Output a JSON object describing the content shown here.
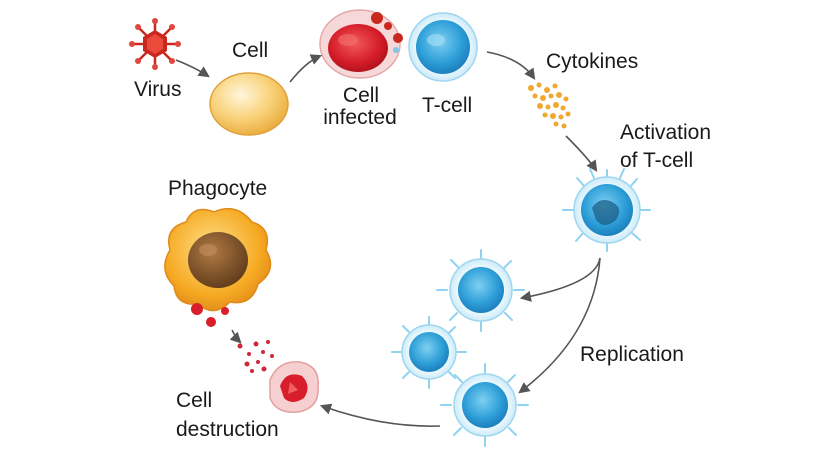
{
  "labels": {
    "virus": "Virus",
    "cell": "Cell",
    "cell_infected_line1": "Cell",
    "cell_infected_line2": "infected",
    "t_cell": "T-cell",
    "cytokines": "Cytokines",
    "activation_line1": "Activation",
    "activation_line2": "of T-cell",
    "phagocyte": "Phagocyte",
    "replication": "Replication",
    "destruction_line1": "Cell",
    "destruction_line2": "destruction"
  },
  "colors": {
    "virus": "#c8281e",
    "healthy_cell": "#f6c25a",
    "infected_cell": "#d81e2a",
    "t_cell": "#3ba9dc",
    "cytokines": "#f0a830",
    "phagocyte": "#f2a31c",
    "phagocyte_nucleus": "#8a5a2c",
    "arrow": "#555555"
  }
}
